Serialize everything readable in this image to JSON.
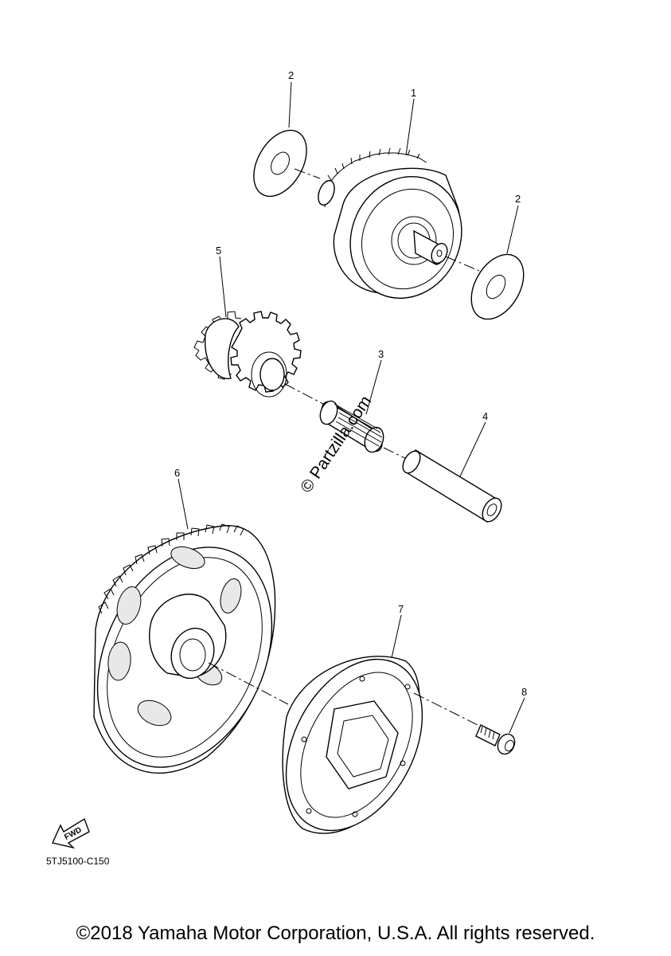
{
  "callouts": {
    "c1": "1",
    "c2a": "2",
    "c2b": "2",
    "c3": "3",
    "c4": "4",
    "c5": "5",
    "c6": "6",
    "c7": "7",
    "c8": "8"
  },
  "fwd_label": "FWD",
  "diagram_code": "5TJ5100-C150",
  "watermark": "© Partzilla.com",
  "copyright": "©2018 Yamaha Motor Corporation, U.S.A. All rights reserved."
}
